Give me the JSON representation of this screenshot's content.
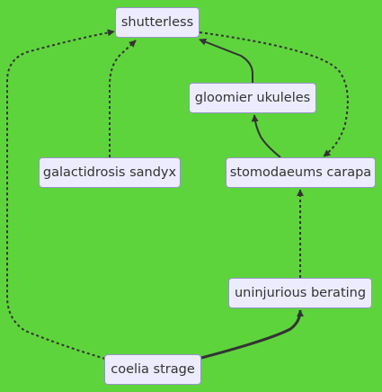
{
  "diagram": {
    "nodes": {
      "shutterless": "shutterless",
      "gloomier_ukuleles": "gloomier ukuleles",
      "galactidrosis_sandyx": "galactidrosis sandyx",
      "stomodaeums_carapa": "stomodaeums carapa",
      "uninjurious_berating": "uninjurious berating",
      "coelia_strage": "coelia strage"
    },
    "edges": [
      {
        "from": "gloomier_ukuleles",
        "to": "shutterless",
        "style": "solid"
      },
      {
        "from": "stomodaeums_carapa",
        "to": "gloomier_ukuleles",
        "style": "solid"
      },
      {
        "from": "shutterless",
        "to": "stomodaeums_carapa",
        "style": "dotted"
      },
      {
        "from": "galactidrosis_sandyx",
        "to": "shutterless",
        "style": "dotted"
      },
      {
        "from": "coelia_strage",
        "to": "shutterless",
        "style": "dotted"
      },
      {
        "from": "uninjurious_berating",
        "to": "stomodaeums_carapa",
        "style": "dotted"
      },
      {
        "from": "coelia_strage",
        "to": "uninjurious_berating",
        "style": "solid"
      }
    ],
    "colors": {
      "background": "#5ed43c",
      "node_fill": "#ececfe",
      "node_border": "#9494c8",
      "edge": "#333333",
      "text": "#333333"
    }
  }
}
